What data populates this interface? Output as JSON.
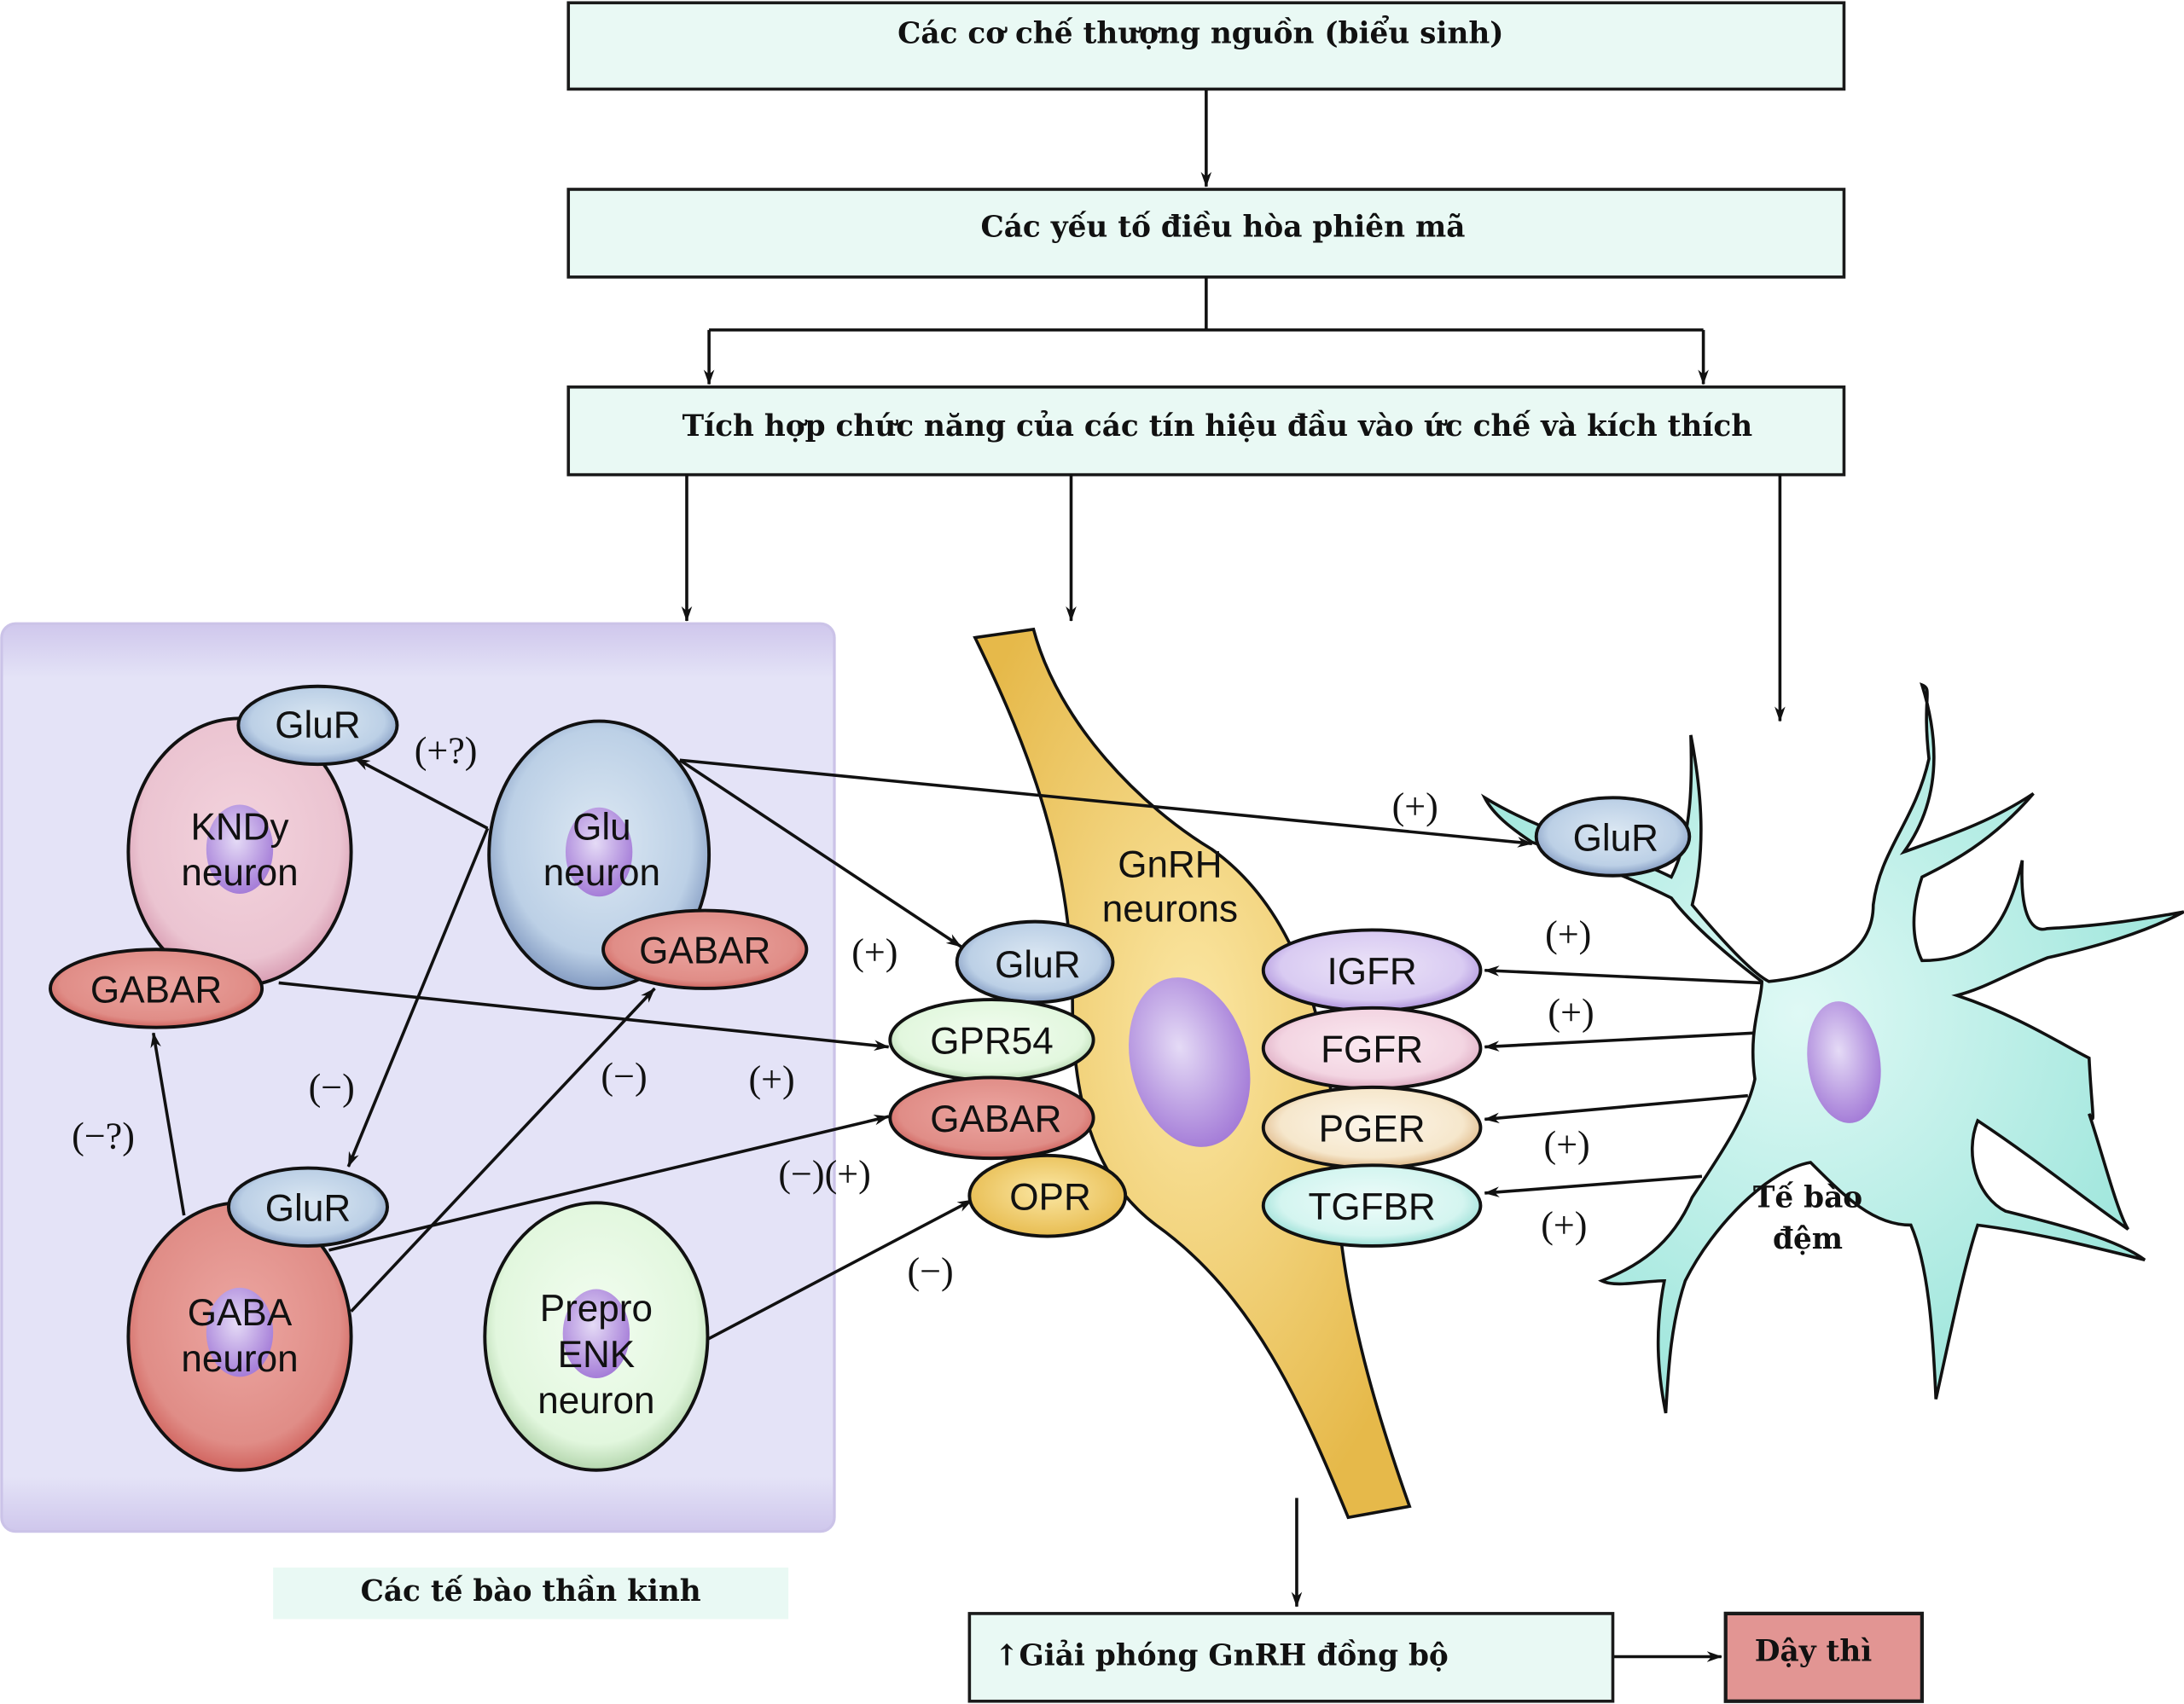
{
  "flow": {
    "box_upstream": "Các cơ chế thượng nguồn (biểu sinh)",
    "box_transcription": "Các yếu tố điều hòa phiên mã",
    "box_integration": "Tích hợp chức năng của các tín hiệu đầu vào ức chế và kích thích",
    "box_release": "↑Giải phóng GnRH đồng bộ",
    "box_puberty": "Dậy thì"
  },
  "neural_panel": {
    "caption": "Các tế bào thần kinh",
    "cells": {
      "kndy": [
        "KNDy",
        "neuron"
      ],
      "glu": [
        "Glu",
        "neuron"
      ],
      "gaba": [
        "GABA",
        "neuron"
      ],
      "enk": [
        "Prepro",
        "ENK",
        "neuron"
      ]
    },
    "receptors": {
      "kndy_glur": "GluR",
      "kndy_gabar": "GABAR",
      "glu_gabar": "GABAR",
      "gaba_glur": "GluR"
    },
    "signs": {
      "glu_to_kndy": "(+?)",
      "glu_to_gaba": "(−)",
      "gaba_to_glu": "(−)",
      "gaba_to_kndy": "(−?)",
      "kndy_to_gpr54": "(+)"
    }
  },
  "gnrh": {
    "label": [
      "GnRH",
      "neurons"
    ],
    "left_receptors": [
      "GluR",
      "GPR54",
      "GABAR",
      "OPR"
    ],
    "right_receptors": [
      "IGFR",
      "FGFR",
      "PGER",
      "TGFBR"
    ],
    "signs": {
      "glu_to_glur": "(+)",
      "gaba_to_gabar": "(−)(+)",
      "enk_to_opr": "(−)"
    }
  },
  "glia": {
    "label": [
      "Tế bào",
      "đệm"
    ],
    "receptor": "GluR",
    "signs": {
      "glu_to_glia": "(+)",
      "igfr": "(+)",
      "fgfr": "(+)",
      "pger": "(+)",
      "tgfbr": "(+)"
    }
  },
  "colors": {
    "box_fill": "#e9f9f4",
    "panel_fill": "#e4e3f7",
    "panel_edge": "#c9c0e6",
    "kndy": "#e8b8c8",
    "glu": "#c3d4e6",
    "gaba": "#e07d78",
    "enk": "#dff5dc",
    "nucleus": "#b48ae0",
    "gnrh": "#f0cf62",
    "glia": "#a6e8de",
    "puberty": "#e29593"
  }
}
